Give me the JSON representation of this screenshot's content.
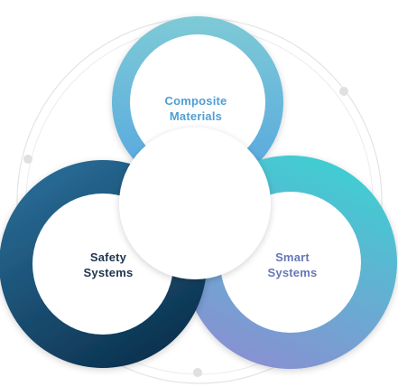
{
  "diagram": {
    "circles": [
      {
        "id": "composite",
        "lines": [
          "Composite",
          "Materials"
        ],
        "gradient": [
          "#7ecad6",
          "#55a6e0"
        ]
      },
      {
        "id": "safety",
        "lines": [
          "Safety",
          "Systems"
        ],
        "gradient": [
          "#2a6e99",
          "#0a2e4a"
        ]
      },
      {
        "id": "smart",
        "lines": [
          "Smart",
          "Systems"
        ],
        "gradient": [
          "#3ecfd2",
          "#8a8fd2"
        ]
      }
    ],
    "colors": {
      "guide_line": "#e4e4e4",
      "guide_dot": "#e0e0e0",
      "center_fill": "#ffffff"
    }
  }
}
